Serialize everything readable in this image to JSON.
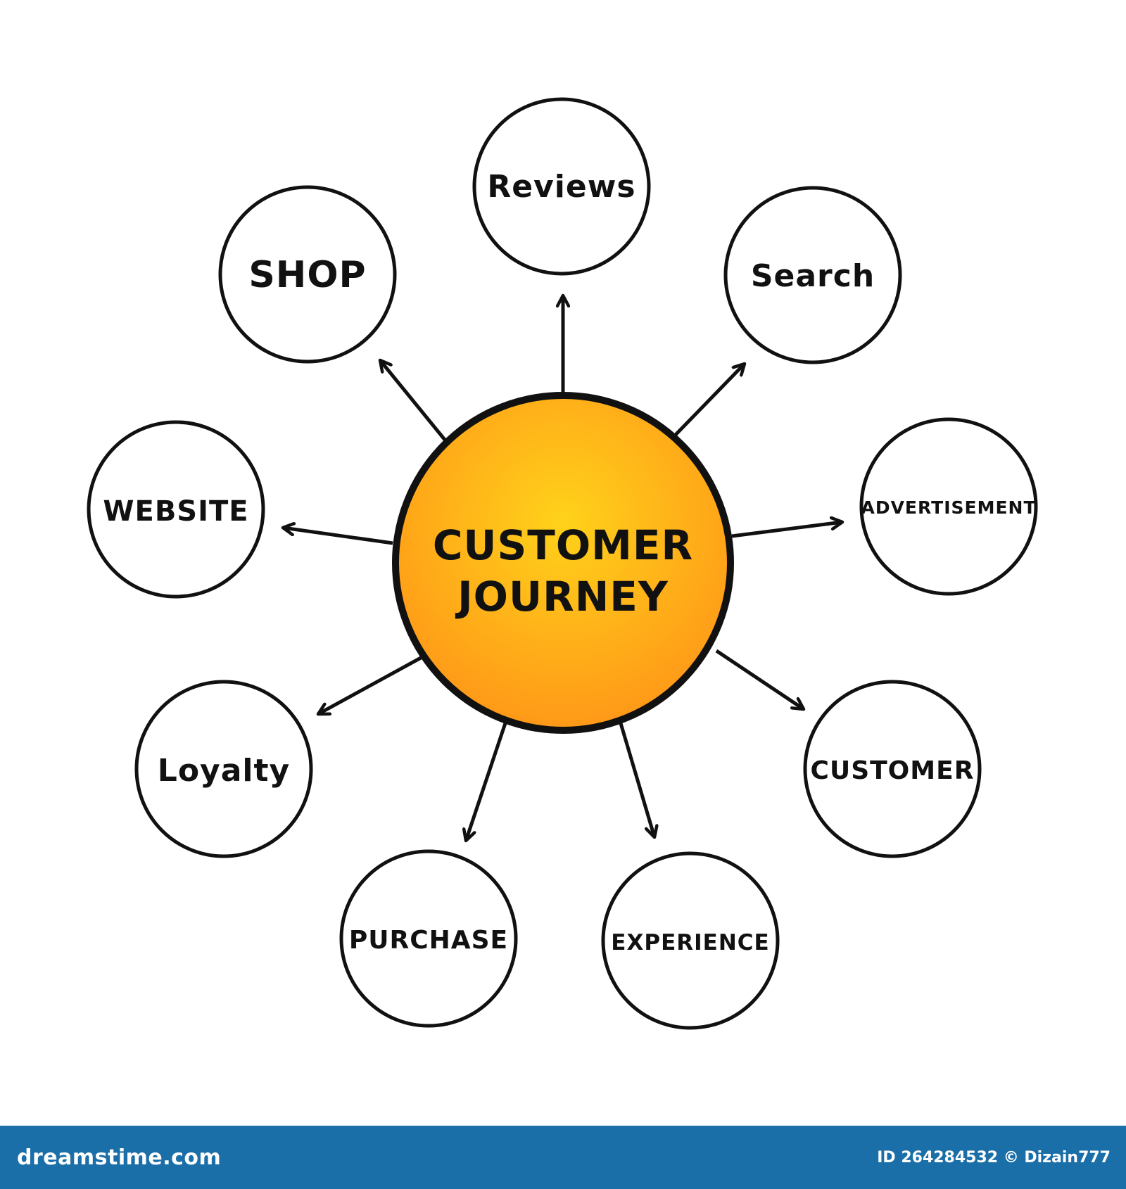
{
  "diagram": {
    "center": {
      "label_line1": "CUSTOMER",
      "label_line2": "JOURNEY"
    },
    "nodes": [
      {
        "id": "reviews",
        "label": "Reviews"
      },
      {
        "id": "search",
        "label": "Search"
      },
      {
        "id": "advertisement",
        "label": "ADVERTISEMENT"
      },
      {
        "id": "customer",
        "label": "CUSTOMER"
      },
      {
        "id": "experience",
        "label": "EXPERIENCE"
      },
      {
        "id": "purchase",
        "label": "PURCHASE"
      },
      {
        "id": "loyalty",
        "label": "Loyalty"
      },
      {
        "id": "website",
        "label": "WEBSITE"
      },
      {
        "id": "shop",
        "label": "SHOP"
      }
    ],
    "center_fill_inner": "#ffd21a",
    "center_fill_outer": "#ff9a18",
    "stroke_color": "#111111"
  },
  "footer": {
    "logo_text": "dreamstime.com",
    "credit_text": "ID 264284532 © Dizain777",
    "background": "#1b6fa8"
  }
}
